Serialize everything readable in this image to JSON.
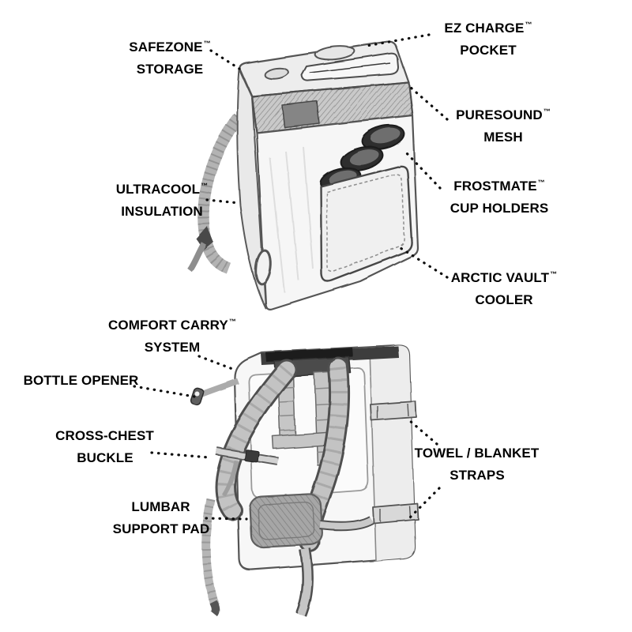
{
  "diagram": {
    "colors": {
      "background": "#ffffff",
      "label_text": "#000000",
      "leader_dots": "#0d0d0d",
      "sketch_stroke": "#555555"
    },
    "labels": [
      {
        "line1": "SAFEZONE",
        "tm": "™",
        "line2": "STORAGE"
      },
      {
        "line1": "EZ CHARGE",
        "tm": "™",
        "line2": "POCKET"
      },
      {
        "line1": "PURESOUND",
        "tm": "™",
        "line2": "MESH"
      },
      {
        "line1": "FROSTMATE",
        "tm": "™",
        "line2": "CUP HOLDERS"
      },
      {
        "line1": "ULTRACOOL",
        "tm": "™",
        "line2": "INSULATION"
      },
      {
        "line1": "ARCTIC VAULT",
        "tm": "™",
        "line2": "COOLER"
      },
      {
        "line1": "COMFORT CARRY",
        "tm": "™",
        "line2": "SYSTEM"
      },
      {
        "line1": "BOTTLE OPENER",
        "tm": "",
        "line2": ""
      },
      {
        "line1": "CROSS-CHEST",
        "tm": "",
        "line2": "BUCKLE"
      },
      {
        "line1": "LUMBAR",
        "tm": "",
        "line2": "SUPPORT PAD"
      },
      {
        "line1": "TOWEL / BLANKET",
        "tm": "",
        "line2": "STRAPS"
      }
    ]
  }
}
